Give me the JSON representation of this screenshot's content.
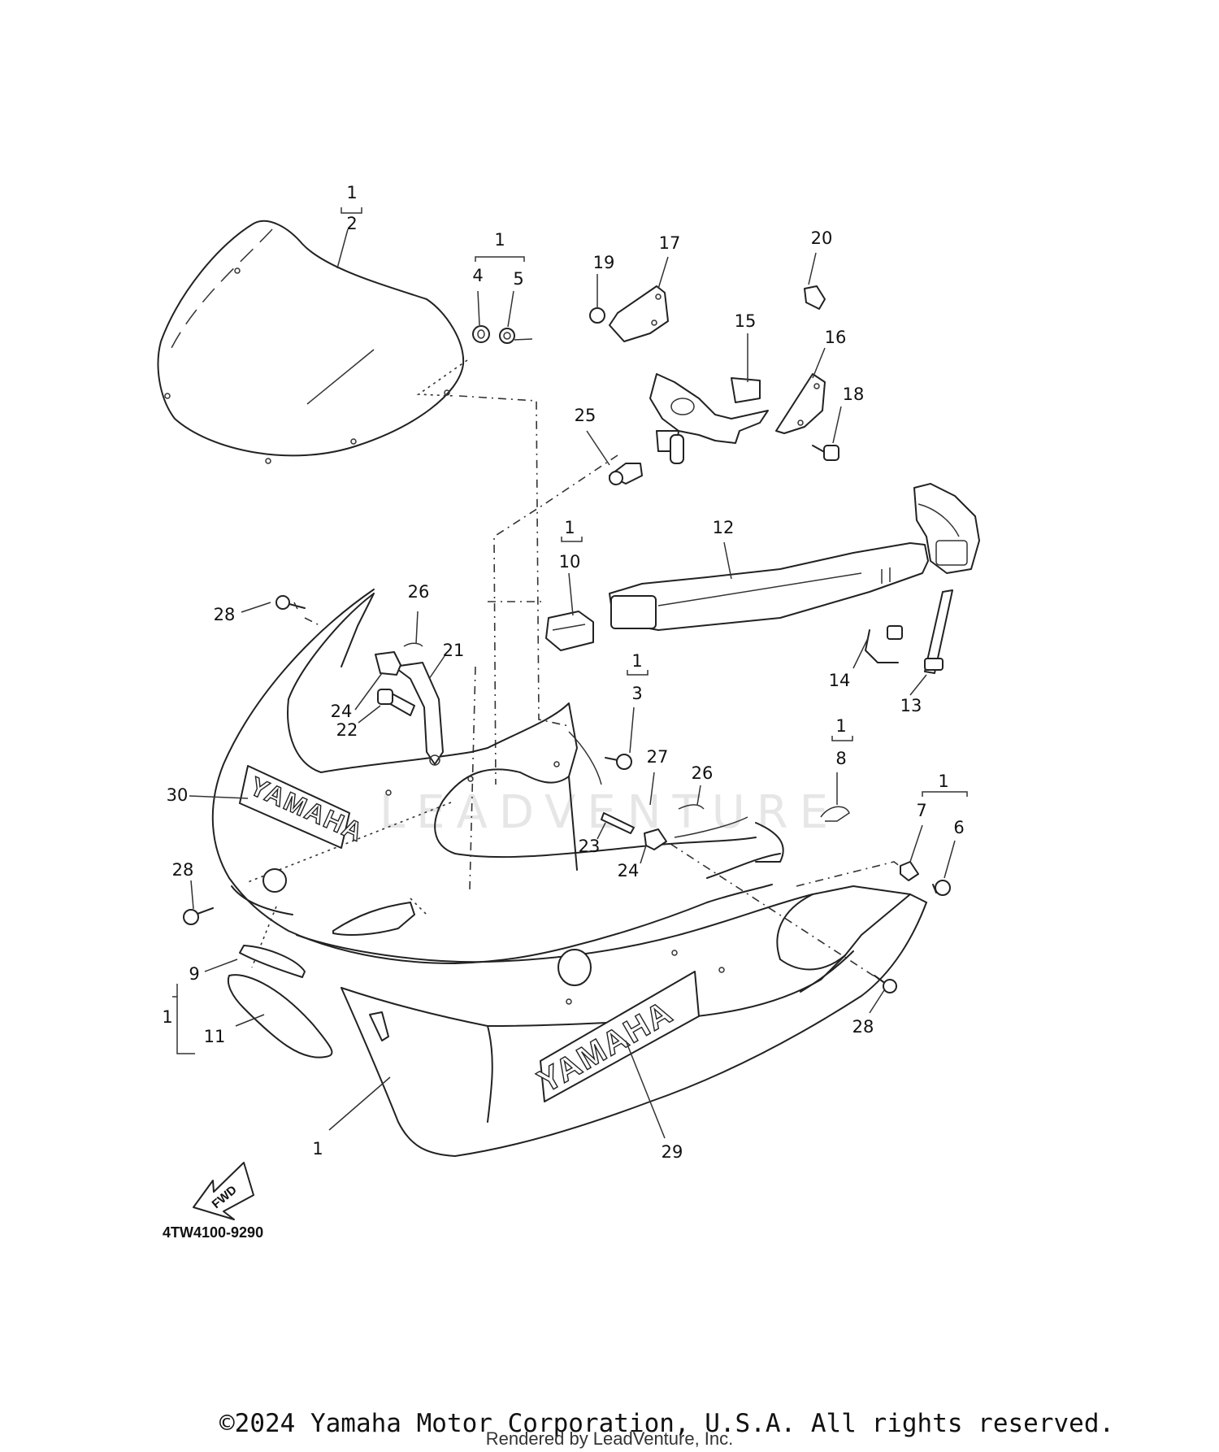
{
  "watermark": "LEADVENTURE",
  "diagram_code": "4TW4100-9290",
  "fwd_label": "FWD",
  "logo_text_upper": "YAMAHA",
  "logo_text_lower": "YAMAHA",
  "callouts": {
    "c1_top": "1",
    "c2": "2",
    "c1_45": "1",
    "c4": "4",
    "c5": "5",
    "c19": "19",
    "c17": "17",
    "c20": "20",
    "c15": "15",
    "c16": "16",
    "c18": "18",
    "c25": "25",
    "c12": "12",
    "c1_10": "1",
    "c10": "10",
    "c28a": "28",
    "c26a": "26",
    "c21": "21",
    "c24a": "24",
    "c22": "22",
    "c1_3": "1",
    "c3": "3",
    "c14": "14",
    "c13": "13",
    "c27": "27",
    "c26b": "26",
    "c1_8": "1",
    "c8": "8",
    "c1_67": "1",
    "c7": "7",
    "c6": "6",
    "c30": "30",
    "c23": "23",
    "c24b": "24",
    "c28b": "28",
    "c28c": "28",
    "c9": "9",
    "c1_911": "1",
    "c11": "11",
    "c1_fairing": "1",
    "c29": "29"
  },
  "copyright": "©2024 Yamaha Motor Corporation, U.S.A. All rights reserved.",
  "rendered_by": "Rendered by LeadVenture, Inc."
}
